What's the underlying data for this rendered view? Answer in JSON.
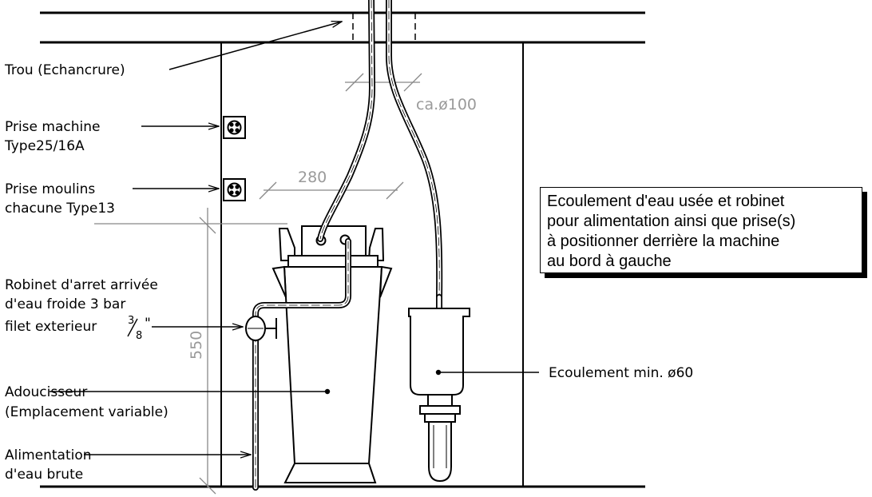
{
  "labels": {
    "trou": "Trou (Echancrure)",
    "prise_machine_1": "Prise machine",
    "prise_machine_2": "Type25/16A",
    "prise_moulins_1": "Prise moulins",
    "prise_moulins_2": "chacune Type13",
    "robinet_1": "Robinet d'arret arrivée",
    "robinet_2": "d'eau froide 3 bar",
    "robinet_3": "filet exterieur",
    "robinet_frac_num": "3",
    "robinet_frac_den": "8",
    "robinet_frac_inch": "\"",
    "adoucisseur_1": "Adoucisseur",
    "adoucisseur_2": "(Emplacement variable)",
    "alimentation_1": "Alimentation",
    "alimentation_2": "d'eau brute",
    "ecoulement": "Ecoulement min. ø60"
  },
  "dimensions": {
    "hole_diameter": "ca.ø100",
    "width": "280",
    "height": "550"
  },
  "note": {
    "line1": "Ecoulement d'eau usée et robinet",
    "line2": "pour alimentation ainsi que prise(s)",
    "line3": "à positionner derrière la machine",
    "line4": "au bord à gauche"
  }
}
